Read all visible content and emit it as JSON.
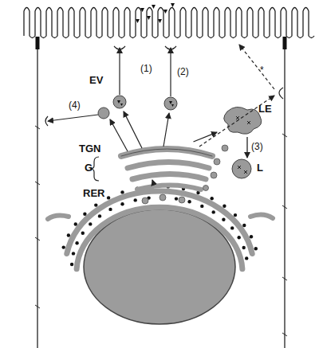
{
  "diagram": {
    "nodes": [
      {
        "text": [
          "TGN",
          "G"
        ]
      },
      {
        "text": [
          "RER"
        ]
      },
      {
        "text": [
          "LE"
        ]
      },
      {
        "text": [
          "L"
        ]
      }
    ],
    "edges": [
      {
        "from": 1,
        "to": 0,
        "arrow": "to"
      },
      {
        "from": 0,
        "to": 2,
        "arrow": "to"
      },
      {
        "from": 2,
        "to": 3,
        "label": "(3)",
        "arrow": "to"
      }
    ],
    "labels": [
      "EV",
      "(1)",
      "(2)",
      "(4)",
      "*"
    ]
  }
}
